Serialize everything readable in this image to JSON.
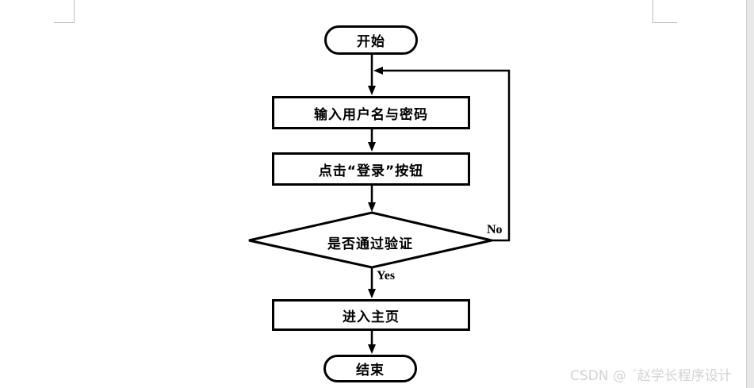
{
  "page": {
    "watermark_text": "CSDN @ ´赵学长程序设计",
    "watermark_color": "#d2d2d2",
    "background_color": "#ffffff",
    "line_color": "#000000"
  },
  "flowchart": {
    "nodes": [
      {
        "id": "start",
        "type": "terminator",
        "label": "开始"
      },
      {
        "id": "input",
        "type": "process",
        "label": "输入用户名与密码"
      },
      {
        "id": "login",
        "type": "process",
        "label": "点击“登录”按钮"
      },
      {
        "id": "verify",
        "type": "decision",
        "label": "是否通过验证"
      },
      {
        "id": "home",
        "type": "process",
        "label": "进入主页"
      },
      {
        "id": "end",
        "type": "terminator",
        "label": "结束"
      }
    ],
    "edge_labels": {
      "yes": "Yes",
      "no": "No"
    }
  }
}
